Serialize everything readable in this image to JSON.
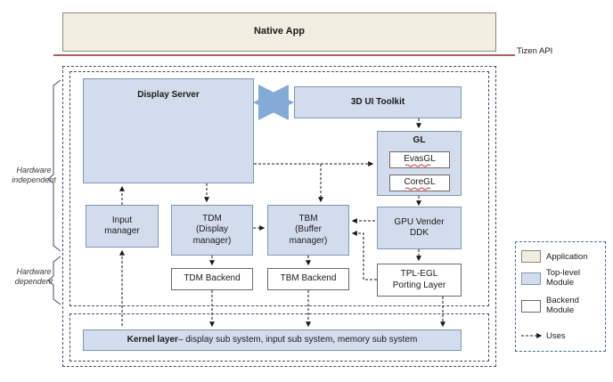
{
  "diagram": {
    "title_box": {
      "label": "Native App"
    },
    "tizen_api_label": "Tizen API",
    "side_labels": {
      "independent": "Hardware\nindependent",
      "dependent": "Hardware\ndependent"
    },
    "boxes": {
      "display_server": "Display Server",
      "ui_toolkit": "3D UI Toolkit",
      "gl": "GL",
      "evasgl": "EvasGL",
      "coregl": "CoreGL",
      "input_manager": "Input\nmanager",
      "tdm": "TDM\n(Display\nmanager)",
      "tbm": "TBM\n(Buffer\nmanager)",
      "gpu_vendor_ddk": "GPU Vender\nDDK",
      "tdm_backend": "TDM  Backend",
      "tbm_backend": "TBM  Backend",
      "tpl_egl": "TPL-EGL\nPorting Layer",
      "kernel_layer_bold": "Kernel layer",
      "kernel_layer_rest": "– display sub system, input sub system, memory sub system"
    },
    "legend": {
      "items": [
        {
          "label": "Application",
          "type": "swatch",
          "color": "#efeee0",
          "border": "#8a8a7a"
        },
        {
          "label": "Top-level\nModule",
          "type": "swatch",
          "color": "#d3dced",
          "border": "#7f96b5"
        },
        {
          "label": "Backend\nModule",
          "type": "swatch",
          "color": "#ffffff",
          "border": "#6a6a6a"
        },
        {
          "label": "Uses",
          "type": "arrow",
          "color": "#1a1a1a"
        }
      ]
    },
    "colors": {
      "application": "#efeee0",
      "module": "#d3dced",
      "backend": "#ffffff",
      "tizen_api_line": "#8b2b2b",
      "arrow_blue": "#7ba7d7",
      "dashed_border": "#4a4a6a"
    }
  }
}
